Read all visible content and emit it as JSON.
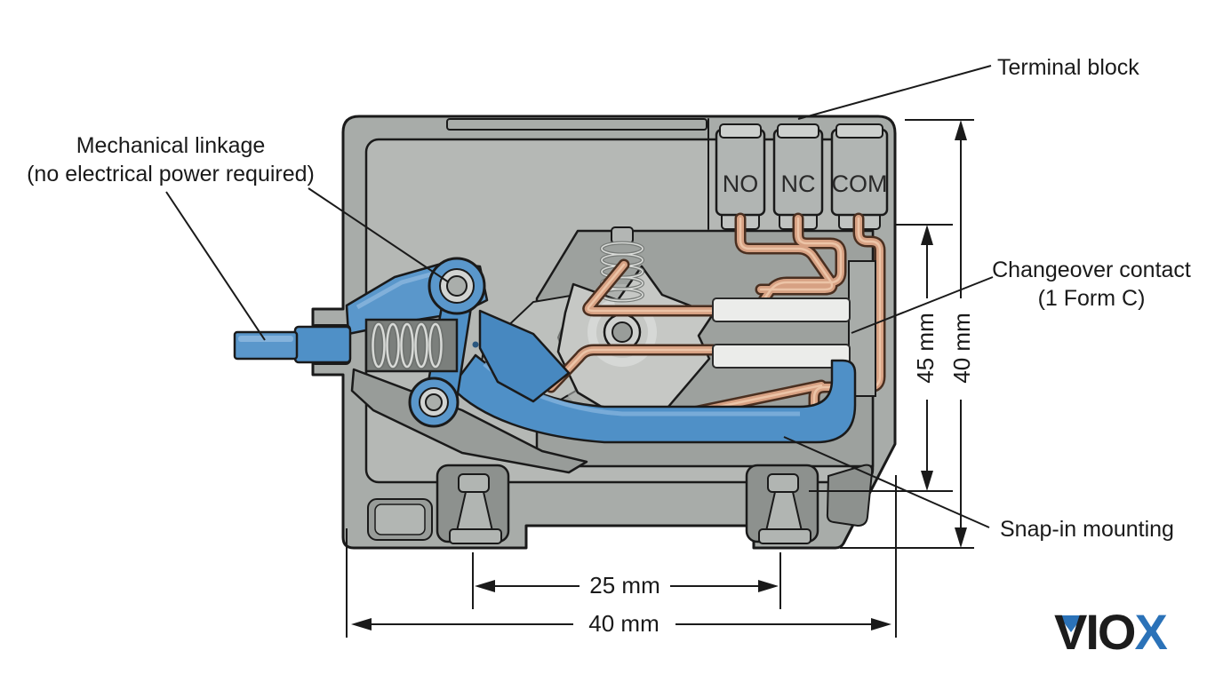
{
  "annotations": {
    "terminal_block": "Terminal block",
    "mechanical_linkage": [
      "Mechanical linkage",
      "(no electrical power required)"
    ],
    "changeover_contact": [
      "Changeover contact",
      "(1 Form C)"
    ],
    "snap_in_mounting": "Snap-in mounting"
  },
  "terminals": [
    "NO",
    "NC",
    "COM"
  ],
  "dimensions": {
    "mounting_pitch": "25 mm",
    "overall_width": "40 mm",
    "contact_height": "45 mm",
    "overall_height": "40 mm"
  },
  "logo": {
    "text": "VIOX",
    "letters": [
      "V",
      "I",
      "O",
      "X"
    ]
  },
  "colors": {
    "background": "#ffffff",
    "housing": "#a8aca9",
    "cavity": "#b5b8b5",
    "chamber": "#9da19e",
    "linkage_blue": "#4f90c7",
    "copper": "#d7a183",
    "steel": "#d6d8d6",
    "contact_pad": "#ebecea",
    "outline": "#1a1a1a",
    "logo_blue": "#2b72b8",
    "logo_black": "#1c1c1c"
  }
}
